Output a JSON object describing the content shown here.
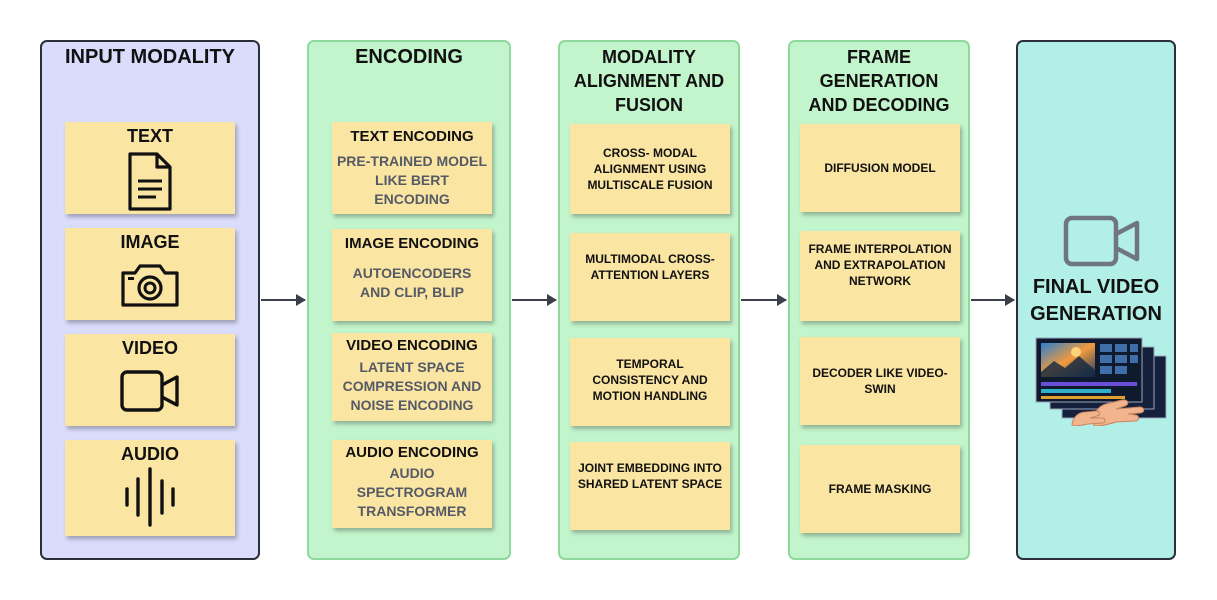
{
  "panels": {
    "input": {
      "title": "INPUT MODALITY",
      "items": [
        {
          "label": "TEXT",
          "icon": "document-icon"
        },
        {
          "label": "IMAGE",
          "icon": "camera-icon"
        },
        {
          "label": "VIDEO",
          "icon": "video-camera-icon"
        },
        {
          "label": "AUDIO",
          "icon": "sound-wave-icon"
        }
      ]
    },
    "encoding": {
      "title": "ENCODING",
      "items": [
        {
          "head": "TEXT ENCODING",
          "sub": "PRE-TRAINED MODEL LIKE BERT ENCODING"
        },
        {
          "head": "IMAGE ENCODING",
          "sub": "AUTOENCODERS AND CLIP, BLIP"
        },
        {
          "head": "VIDEO ENCODING",
          "sub": "LATENT SPACE COMPRESSION AND NOISE ENCODING"
        },
        {
          "head": "AUDIO ENCODING",
          "sub": "AUDIO SPECTROGRAM TRANSFORMER"
        }
      ]
    },
    "fusion": {
      "title_lines": [
        "MODALITY",
        "ALIGNMENT AND",
        "FUSION"
      ],
      "items": [
        "CROSS- MODAL ALIGNMENT USING MULTISCALE FUSION",
        "MULTIMODAL CROSS-ATTENTION LAYERS",
        "TEMPORAL CONSISTENCY AND MOTION HANDLING",
        "JOINT EMBEDDING INTO SHARED LATENT SPACE"
      ]
    },
    "frame": {
      "title_lines": [
        "FRAME",
        "GENERATION",
        "AND DECODING"
      ],
      "items": [
        "DIFFUSION MODEL",
        "FRAME INTERPOLATION AND EXTRAPOLATION NETWORK",
        "DECODER LIKE VIDEO-SWIN",
        "FRAME MASKING"
      ]
    },
    "output": {
      "title_lines": [
        "FINAL VIDEO",
        "GENERATION"
      ],
      "icon": "video-camera-icon",
      "image": "video-editing-illustration"
    }
  },
  "colors": {
    "input_bg": "#dadcfb",
    "stage_bg": "#c3f5cc",
    "stage_border": "#8fd99c",
    "output_bg": "#b2efe7",
    "note_bg": "#fbe5a3",
    "arrow": "#3a3f4a"
  }
}
